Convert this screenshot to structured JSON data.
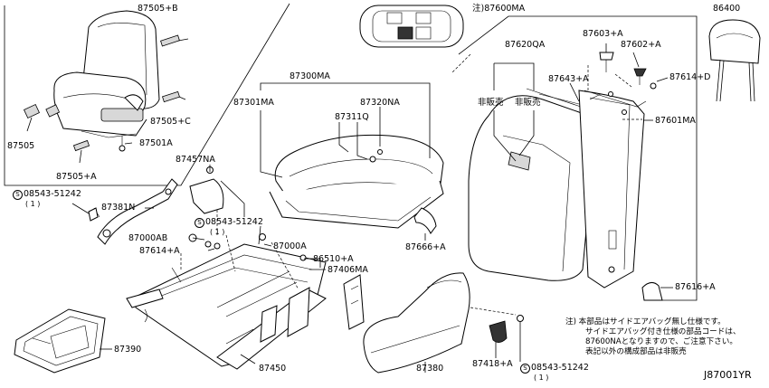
{
  "figure_code": "J87001YR",
  "parts": {
    "p87505B": "87505+B",
    "p87505C": "87505+C",
    "p87505": "87505",
    "p87501A": "87501A",
    "p87505A": "87505+A",
    "p87457NA": "87457NA",
    "screw1_code": "08543-51242",
    "screw1_qty": "( 1 )",
    "p87381N": "87381N",
    "screw2_code": "08543-51242",
    "screw2_qty": "( 1 )",
    "p87000AB": "87000AB",
    "p87614A": "87614+A",
    "p87000A": "87000A",
    "p86510A": "86510+A",
    "p87406MA": "87406MA",
    "p87390": "87390",
    "p87450": "87450",
    "p87300MA": "87300MA",
    "p87301MA": "87301MA",
    "p87320NA": "87320NA",
    "p87311Q": "87311Q",
    "p87666A": "87666+A",
    "p87380": "87380",
    "p87418A": "87418+A",
    "screw3_code": "08543-51242",
    "screw3_qty": "( 1 )",
    "p87600MA": "注)87600MA",
    "p87620QA": "87620QA",
    "p87603A": "87603+A",
    "p87602A": "87602+A",
    "p87643A": "87643+A",
    "p87614D": "87614+D",
    "p87601MA": "87601MA",
    "p86400": "86400",
    "p87616A": "87616+A",
    "not_for_sale_1": "非販売",
    "not_for_sale_2": "非販売"
  },
  "screw_symbol": "S",
  "notes": [
    "注) 本部品はサイドエアバッグ無し仕様です。",
    "サイドエアバッグ付き仕様の部品コードは、",
    "87600NAとなりますので、ご注意下さい。",
    "表記以外の構成部品は非販売"
  ]
}
